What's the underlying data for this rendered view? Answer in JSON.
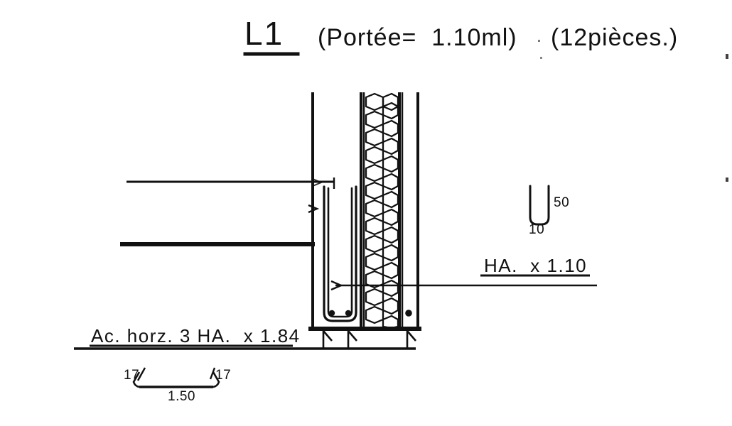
{
  "document": {
    "kind": "engineering-drawing",
    "discipline": "reinforced-concrete-detail",
    "language": "fr"
  },
  "title": {
    "mark": "L1",
    "span_note": "(Portée=  1.10ml)",
    "count_note": "(12pièces.)"
  },
  "labels": {
    "bottom_reinforcement": "Ac. horz. 3 HA.  x 1.84",
    "side_reinforcement": "HA.  x 1.10"
  },
  "stirrup_detail": {
    "height": "50",
    "width": "10"
  },
  "dimensions": {
    "left_offset": "17",
    "right_offset": "17",
    "total": "1.50"
  },
  "colors": {
    "ink": "#111111",
    "paper": "#ffffff"
  }
}
